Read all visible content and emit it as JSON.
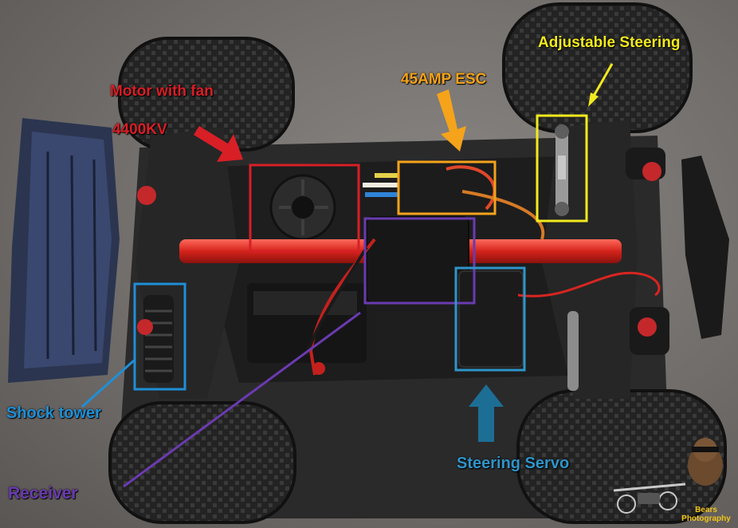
{
  "annotations": {
    "motor_line1": "Motor with fan",
    "motor_line2": "4400KV",
    "esc": "45AMP ESC",
    "steering_adjust": "Adjustable Steering",
    "shock": "Shock tower",
    "servo": "Steering Servo",
    "receiver": "Receiver"
  },
  "watermark": "Bears\nPhotography",
  "colors": {
    "motor": "#d81f26",
    "esc": "#f5a31a",
    "steering_adjust": "#f2ea1e",
    "shock": "#1f8fd6",
    "servo": "#2f95c9",
    "receiver": "#6a3bb0",
    "servo_arrow": "#1d6e94",
    "watermark_text": "#f0c419"
  }
}
